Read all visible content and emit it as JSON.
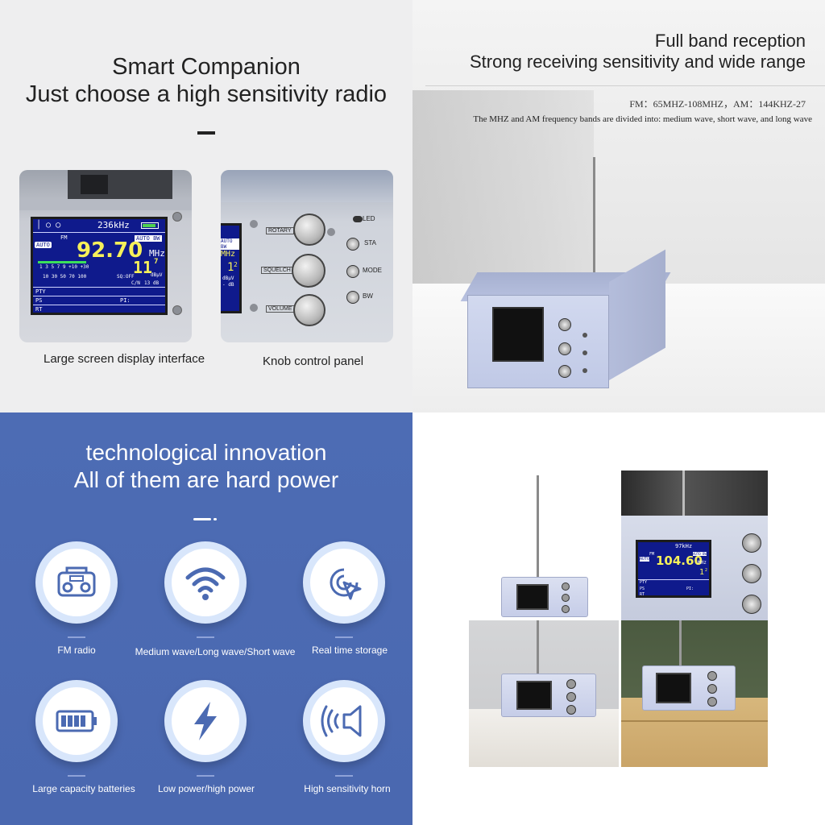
{
  "q1": {
    "title_line1": "Smart Companion",
    "title_line2": "Just choose a high sensitivity radio",
    "caption_screen": "Large screen display interface",
    "caption_knobs": "Knob control panel",
    "lcd1": {
      "step": "236kHz",
      "band": "FM",
      "auto": "AUTO",
      "auto_bw": "AUTO BW",
      "freq": "92.70",
      "unit": "MHz",
      "signal": "11",
      "signal_sup": "7",
      "scale": "1  3  5  7  9 +10  +30",
      "scale2": "10  30  50  70   100",
      "sq": "SQ:OFF",
      "dbuv": "dBµV",
      "cn": "C/N",
      "cn_val": "13 dB",
      "pty": "PTY",
      "pi": "PI:",
      "ps": "PS",
      "rt": "RT"
    },
    "knob_labels": {
      "rotary": "ROTARY",
      "squelch": "SQUELCH",
      "volume": "VOLUME",
      "led": "LED",
      "sta": "STA",
      "mode": "MODE",
      "bw": "BW",
      "auto_bw": "AUTO BW",
      "mhz": "MHz",
      "sig": "1",
      "sig_sup": "2",
      "dbuv": "dBµV",
      "db": "- dB"
    }
  },
  "q2": {
    "title_line1": "Full band reception",
    "title_line2": "Strong receiving sensitivity and wide range",
    "spec": "FM：65MHZ-108MHZ，AM：144KHZ-27",
    "sub": "The MHZ and AM frequency bands are divided into: medium wave, short wave, and long wave"
  },
  "q3": {
    "title_line1": "technological innovation",
    "title_line2": "All of them are hard power",
    "features": [
      {
        "label": "FM radio",
        "icon": "boombox-icon"
      },
      {
        "label": "Medium wave/Long wave/Short wave",
        "icon": "wifi-icon"
      },
      {
        "label": "Real time storage",
        "icon": "target-cursor-icon"
      },
      {
        "label": "Large capacity batteries",
        "icon": "battery-icon"
      },
      {
        "label": "Low power/high power",
        "icon": "lightning-icon"
      },
      {
        "label": "High sensitivity horn",
        "icon": "speaker-icon"
      }
    ]
  },
  "q4": {
    "lcd2": {
      "step": "97kHz",
      "band": "FM",
      "auto": "AUTO",
      "auto_bw": "AUTO BW",
      "freq": "104.60",
      "unit": "MHz",
      "signal": "1",
      "signal_sup": "2",
      "pty": "PTY",
      "pi": "PI:",
      "ps": "PS",
      "rt": "RT"
    }
  },
  "colors": {
    "panel_blue": "#4b6ab2",
    "device_body": "#bcc6e6",
    "lcd_bg": "#0f1a8c",
    "lcd_freq": "#f6f05a"
  }
}
